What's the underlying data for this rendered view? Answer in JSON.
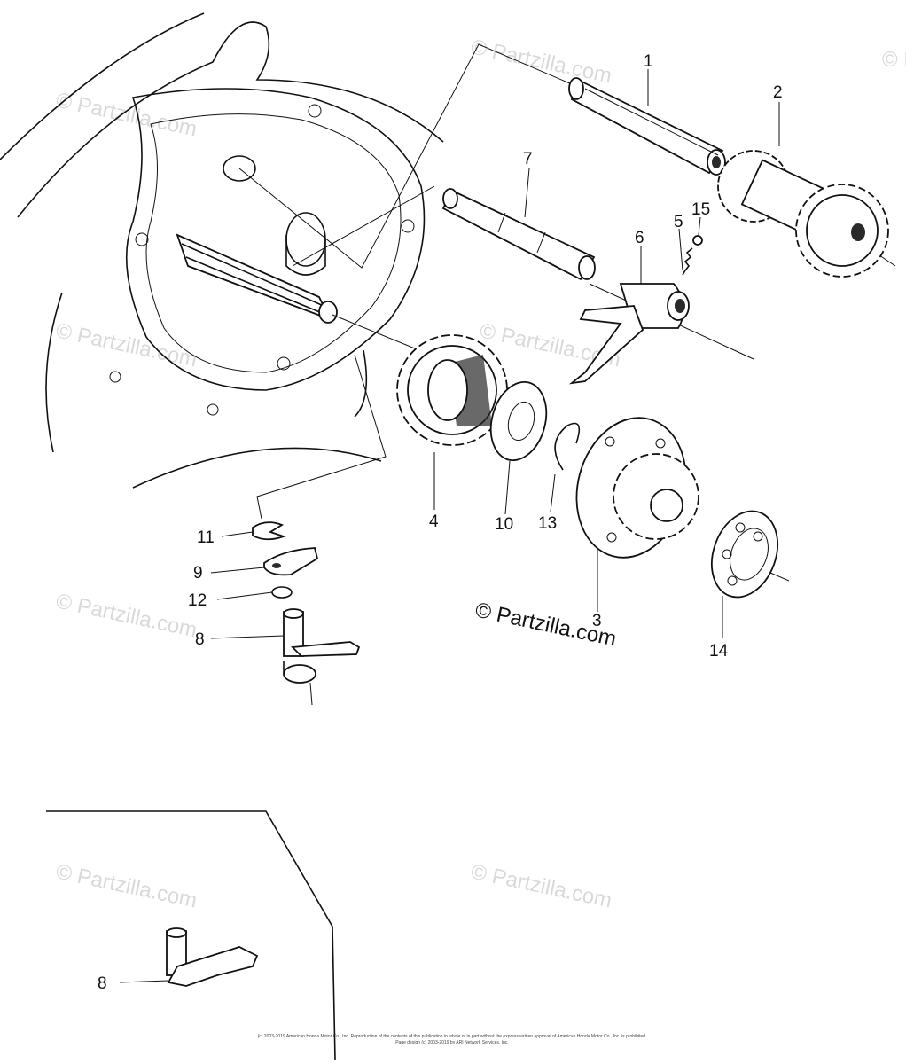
{
  "callouts": {
    "p1": "1",
    "p2": "2",
    "p3": "3",
    "p4": "4",
    "p5": "5",
    "p6": "6",
    "p7": "7",
    "p8": "8",
    "p9": "9",
    "p10": "10",
    "p11": "11",
    "p12": "12",
    "p13": "13",
    "p14": "14",
    "p15": "15",
    "p8_inset": "8"
  },
  "watermark": {
    "text": "© Partzilla.com",
    "main": "© Partzilla.com"
  },
  "footer": {
    "line1": "(c) 2003-2019 American Honda Motor Co., Inc. Reproduction of the contents of this publication in whole or in part without the express written approval of American Honda Motor Co., Inc. is prohibited.",
    "line2": "Page design (c) 2003-2019 by ARI Network Services, Inc."
  },
  "colors": {
    "ink": "#111111",
    "watermark": "#d9d9d9",
    "background": "#ffffff"
  }
}
